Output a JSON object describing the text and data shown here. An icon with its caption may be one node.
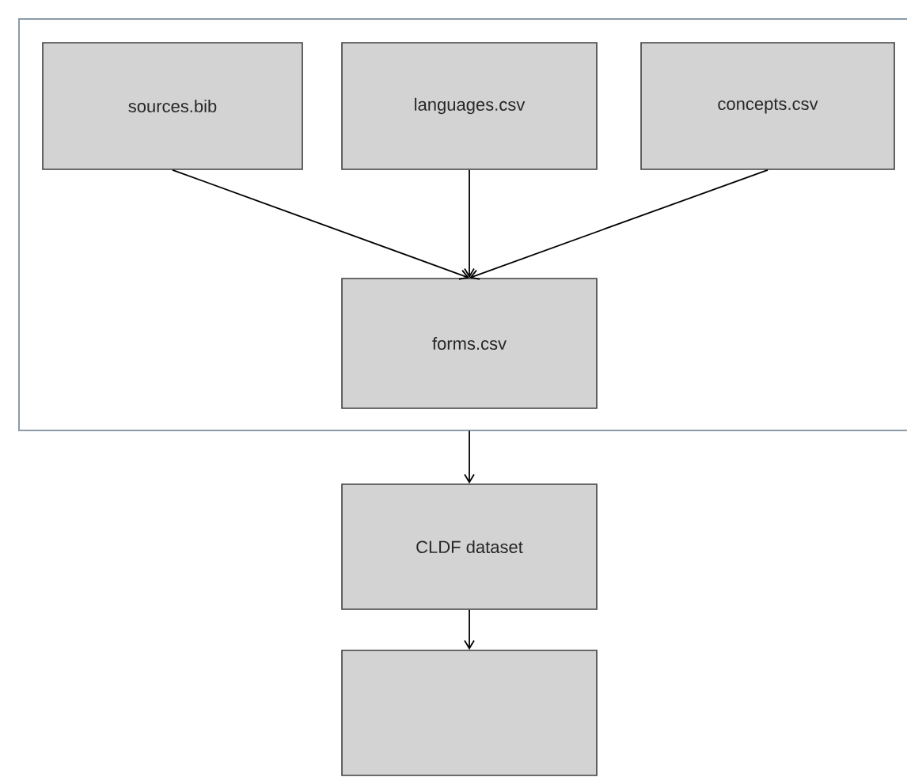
{
  "diagram": {
    "nodes": [
      {
        "text": [],
        "shape": "box"
      },
      {
        "text": [
          "sources.bib"
        ],
        "in": 0
      },
      {
        "text": [
          "languages.csv"
        ],
        "in": 0
      },
      {
        "text": [
          "concepts.csv"
        ],
        "in": 0
      },
      {
        "text": [
          "forms.csv"
        ],
        "in": 0
      },
      {
        "text": [
          "CLDF dataset"
        ]
      },
      {
        "text": [],
        "shape": "box"
      }
    ],
    "edges": [
      {
        "from": 1,
        "to": 4,
        "arrow": "to"
      },
      {
        "from": 2,
        "to": 4,
        "arrow": "to"
      },
      {
        "from": 3,
        "to": 4,
        "arrow": "to"
      },
      {
        "from": 0,
        "to": 5,
        "arrow": "to"
      },
      {
        "from": 5,
        "to": 6,
        "arrow": "to"
      }
    ]
  }
}
